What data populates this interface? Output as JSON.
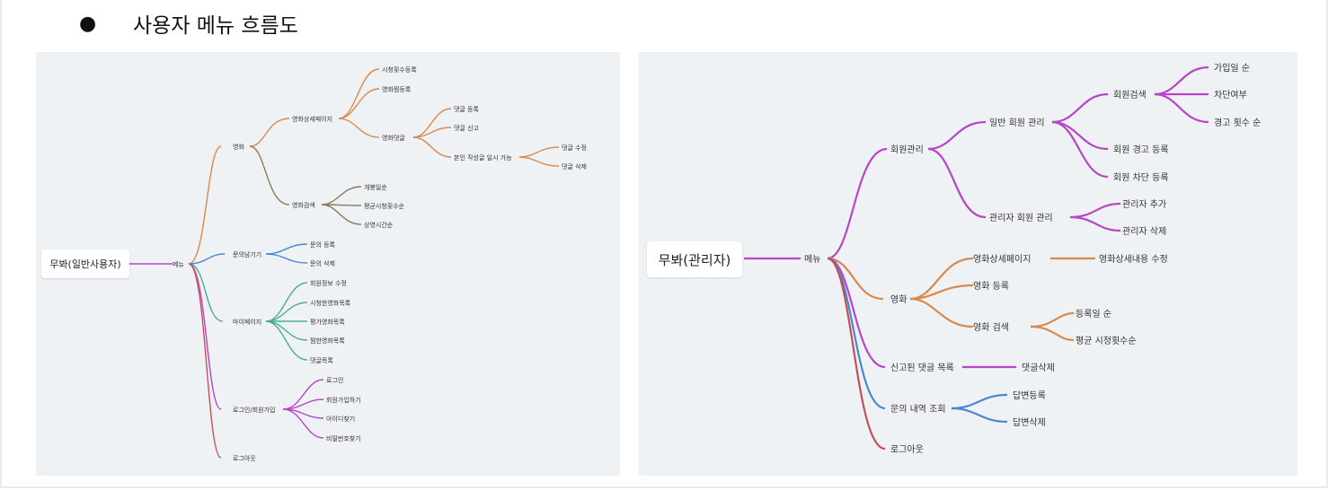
{
  "heading": {
    "bullet": "●",
    "title": "사용자 메뉴 흐름도"
  },
  "user_map": {
    "root": "무봐(일반사용자)",
    "menu": "메뉴",
    "movie": "영화",
    "movie_detail": "영화상세페이지",
    "detail_children": [
      "시청횟수등록",
      "영화찜등록",
      "영화댓글"
    ],
    "comment_children": [
      "댓글 등록",
      "댓글 신고",
      "본인 작성글 일시 가능"
    ],
    "own_children": [
      "댓글 수정",
      "댓글 삭제"
    ],
    "movie_search": "영화검색",
    "search_children": [
      "개봉일순",
      "평균시청횟수순",
      "상영시간순"
    ],
    "inquiry": "문의남기기",
    "inquiry_children": [
      "문의 등록",
      "문의 삭제"
    ],
    "mypage": "마이페이지",
    "mypage_children": [
      "회원정보 수정",
      "시청한영화목록",
      "평가영화목록",
      "찜한영화목록",
      "댓글목록"
    ],
    "login": "로그인/회원가입",
    "login_children": [
      "로그인",
      "회원가입하기",
      "아이디찾기",
      "비밀번호찾기"
    ],
    "logout": "로그아웃"
  },
  "admin_map": {
    "root": "무봐(관리자)",
    "menu": "메뉴",
    "member": "회원관리",
    "general": "일반 회원 관리",
    "search": "회원검색",
    "search_children": [
      "가입일 순",
      "차단여부",
      "경고 횟수 순"
    ],
    "warn": "회원 경고 등록",
    "block": "회원 차단 등록",
    "admin_mgmt": "관리자 회원 관리",
    "admin_children": [
      "관리자 추가",
      "관리자 삭제"
    ],
    "movie": "영화",
    "detail": "영화상세페이지",
    "detail_edit": "영화상세내용 수정",
    "register": "영화 등록",
    "movie_search": "영화 검색",
    "movie_search_children": [
      "등록일 순",
      "평균 시청횟수순"
    ],
    "reported": "신고된 댓글 목록",
    "reported_child": "댓글삭제",
    "inquiry": "문의 내역 조회",
    "inquiry_children": [
      "답변등록",
      "답변삭제"
    ],
    "logout": "로그아웃"
  },
  "colors": {
    "orange": "#d9894a",
    "olive": "#8a7a5e",
    "blue": "#4b87cf",
    "teal": "#4dab94",
    "magenta": "#b845c8",
    "red": "#c4505a",
    "panel_bg": "#eff2f5"
  }
}
